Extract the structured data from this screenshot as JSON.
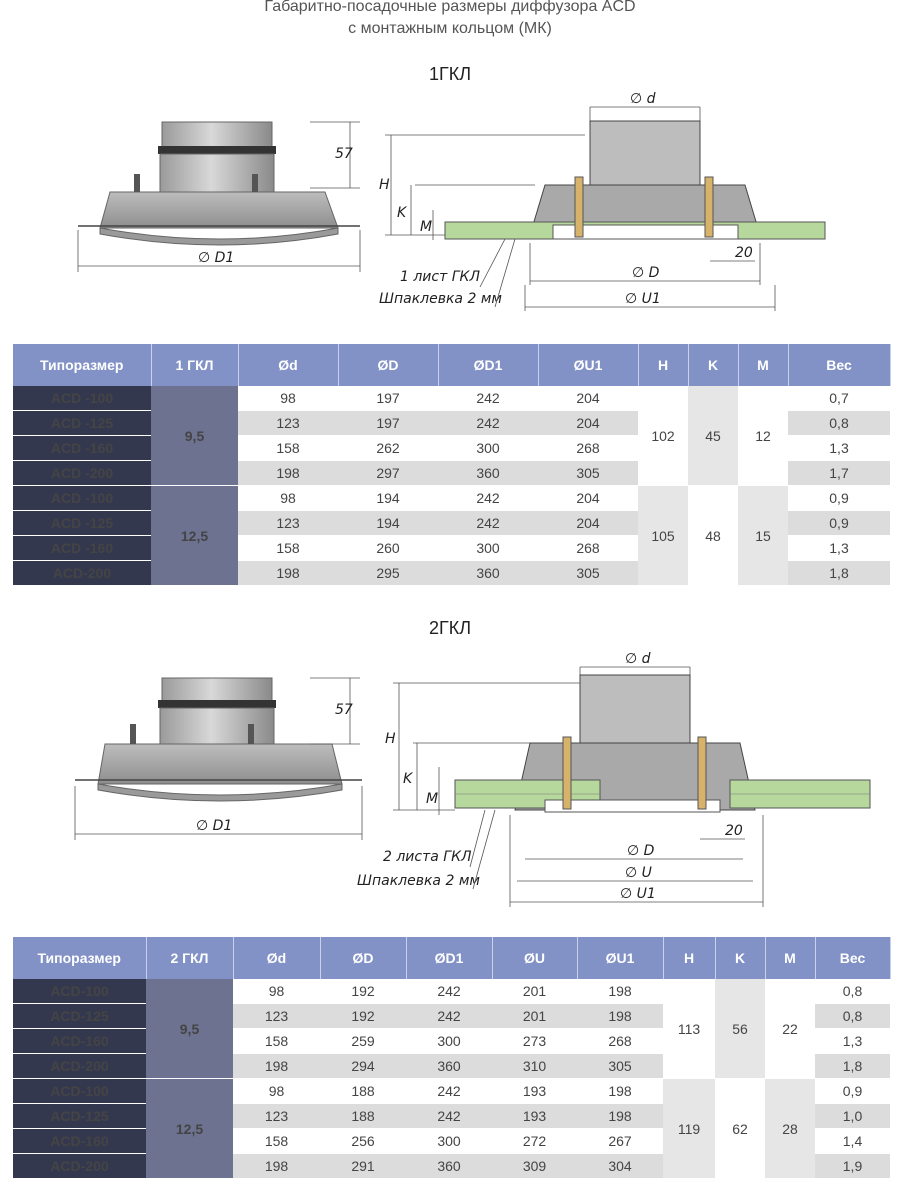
{
  "header": {
    "title_line1": "Габаритно-посадочные размеры диффузора ACD",
    "title_line2": "с монтажным кольцом (МК)"
  },
  "sections": [
    {
      "label": "1ГКЛ",
      "drawing": {
        "height_dim": "57",
        "d1_label": "∅ D1",
        "d_label": "∅ d",
        "h_label": "H",
        "k_label": "K",
        "m_label": "M",
        "gap_label": "20",
        "D_label": "∅ D",
        "U1_label": "∅ U1",
        "layer_label": "1 лист ГКЛ",
        "putty_label": "Шпаклевка 2 мм"
      },
      "table": {
        "headers": [
          "Типоразмер",
          "1 ГКЛ",
          "Ød",
          "ØD",
          "ØD1",
          "ØU1",
          "H",
          "K",
          "M",
          "Вес"
        ],
        "groups": [
          {
            "thickness": "9,5",
            "H": "102",
            "K": "45",
            "M": "12",
            "rows": [
              {
                "model": "ACD -100",
                "d": "98",
                "D": "197",
                "D1": "242",
                "U1": "204",
                "weight": "0,7"
              },
              {
                "model": "ACD -125",
                "d": "123",
                "D": "197",
                "D1": "242",
                "U1": "204",
                "weight": "0,8"
              },
              {
                "model": "ACD -160",
                "d": "158",
                "D": "262",
                "D1": "300",
                "U1": "268",
                "weight": "1,3"
              },
              {
                "model": "ACD -200",
                "d": "198",
                "D": "297",
                "D1": "360",
                "U1": "305",
                "weight": "1,7"
              }
            ]
          },
          {
            "thickness": "12,5",
            "H": "105",
            "K": "48",
            "M": "15",
            "rows": [
              {
                "model": "ACD -100",
                "d": "98",
                "D": "194",
                "D1": "242",
                "U1": "204",
                "weight": "0,9"
              },
              {
                "model": "ACD -125",
                "d": "123",
                "D": "194",
                "D1": "242",
                "U1": "204",
                "weight": "0,9"
              },
              {
                "model": "ACD -160",
                "d": "158",
                "D": "260",
                "D1": "300",
                "U1": "268",
                "weight": "1,3"
              },
              {
                "model": "ACD-200",
                "d": "198",
                "D": "295",
                "D1": "360",
                "U1": "305",
                "weight": "1,8"
              }
            ]
          }
        ]
      }
    },
    {
      "label": "2ГКЛ",
      "drawing": {
        "height_dim": "57",
        "d1_label": "∅ D1",
        "d_label": "∅ d",
        "h_label": "H",
        "k_label": "K",
        "m_label": "M",
        "gap_label": "20",
        "D_label": "∅ D",
        "U_label": "∅ U",
        "U1_label": "∅ U1",
        "layer_label": "2 листа ГКЛ",
        "putty_label": "Шпаклевка 2 мм"
      },
      "table": {
        "headers": [
          "Типоразмер",
          "2 ГКЛ",
          "Ød",
          "ØD",
          "ØD1",
          "ØU",
          "ØU1",
          "H",
          "K",
          "M",
          "Вес"
        ],
        "groups": [
          {
            "thickness": "9,5",
            "H": "113",
            "K": "56",
            "M": "22",
            "rows": [
              {
                "model": "ACD-100",
                "d": "98",
                "D": "192",
                "D1": "242",
                "U": "201",
                "U1": "198",
                "weight": "0,8"
              },
              {
                "model": "ACD-125",
                "d": "123",
                "D": "192",
                "D1": "242",
                "U": "201",
                "U1": "198",
                "weight": "0,8"
              },
              {
                "model": "ACD-160",
                "d": "158",
                "D": "259",
                "D1": "300",
                "U": "273",
                "U1": "268",
                "weight": "1,3"
              },
              {
                "model": "ACD-200",
                "d": "198",
                "D": "294",
                "D1": "360",
                "U": "310",
                "U1": "305",
                "weight": "1,8"
              }
            ]
          },
          {
            "thickness": "12,5",
            "H": "119",
            "K": "62",
            "M": "28",
            "rows": [
              {
                "model": "ACD-100",
                "d": "98",
                "D": "188",
                "D1": "242",
                "U": "193",
                "U1": "198",
                "weight": "0,9"
              },
              {
                "model": "ACD-125",
                "d": "123",
                "D": "188",
                "D1": "242",
                "U": "193",
                "U1": "198",
                "weight": "1,0"
              },
              {
                "model": "ACD-160",
                "d": "158",
                "D": "256",
                "D1": "300",
                "U": "272",
                "U1": "267",
                "weight": "1,4"
              },
              {
                "model": "ACD-200",
                "d": "198",
                "D": "291",
                "D1": "360",
                "U": "309",
                "U1": "304",
                "weight": "1,9"
              }
            ]
          }
        ]
      }
    }
  ]
}
